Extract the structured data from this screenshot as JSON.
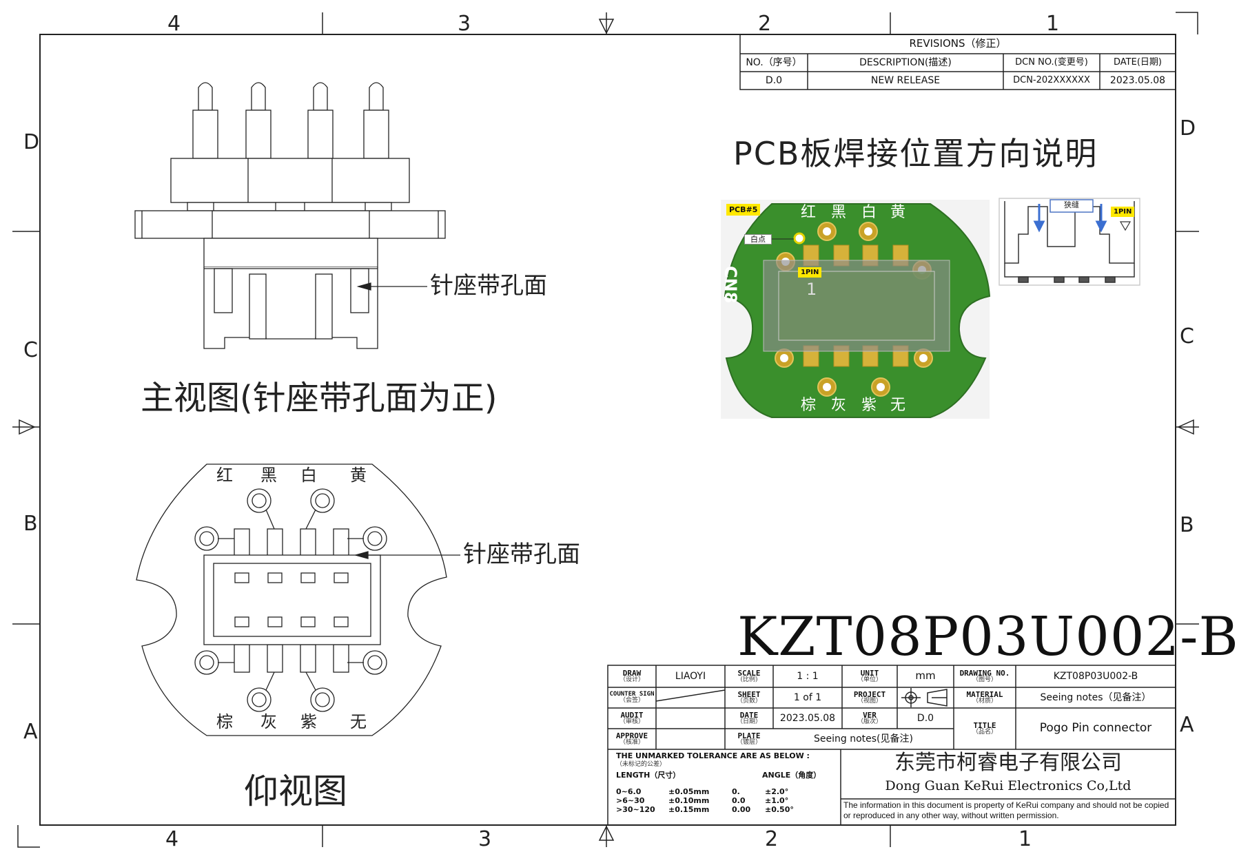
{
  "zones": {
    "top": [
      "4",
      "3",
      "2",
      "1"
    ],
    "bottom": [
      "4",
      "3",
      "2",
      "1"
    ],
    "left": [
      "D",
      "C",
      "B",
      "A"
    ],
    "right": [
      "D",
      "C",
      "B",
      "A"
    ]
  },
  "revisions": {
    "title": "REVISIONS（修正）",
    "headers": [
      "NO.（序号）",
      "DESCRIPTION(描述)",
      "DCN NO.(变更号)",
      "DATE(日期)"
    ],
    "row": [
      "D.0",
      "NEW RELEASE",
      "DCN-202XXXXXX",
      "2023.05.08"
    ]
  },
  "main_view": {
    "callout": "针座带孔面",
    "caption": "主视图(针座带孔面为正)"
  },
  "bottom_view": {
    "top_colors": [
      "红",
      "黑",
      "白",
      "黄"
    ],
    "bottom_colors": [
      "棕",
      "灰",
      "紫",
      "无"
    ],
    "callout": "针座带孔面",
    "caption": "仰视图"
  },
  "pcb_section": {
    "heading": "PCB板焊接位置方向说明",
    "pcb_tag": "PCB#5",
    "white_dot_label": "白点",
    "cn_label": "CN8",
    "pin_tag": "1PIN",
    "pin_number": "1",
    "top_colors": [
      "红",
      "黑",
      "白",
      "黄"
    ],
    "bottom_colors": [
      "棕",
      "灰",
      "紫",
      "无"
    ],
    "side_label": "狭缝",
    "side_pin_tag": "1PIN"
  },
  "part_number": "KZT08P03U002-B",
  "title_block": {
    "draw_label": "DRAW",
    "draw_sub": "（设计）",
    "draw_value": "LIAOYI",
    "counter_label": "COUNTER SIGN",
    "counter_sub": "（会签）",
    "audit_label": "AUDIT",
    "audit_sub": "（审核）",
    "approve_label": "APPROVE",
    "approve_sub": "（核准）",
    "scale_label": "SCALE",
    "scale_sub": "(比例)",
    "scale_value": "1 : 1",
    "sheet_label": "SHEET",
    "sheet_sub": "（页数）",
    "sheet_value": "1 of 1",
    "date_label": "DATE",
    "date_sub": "（日期）",
    "date_value": "2023.05.08",
    "plate_label": "PLATE",
    "plate_sub": "（镀层）",
    "plate_value": "Seeing notes(见备注)",
    "unit_label": "UNIT",
    "unit_sub": "（单位）",
    "unit_value": "mm",
    "project_label": "PROJECT",
    "project_sub": "（视图）",
    "ver_label": "VER",
    "ver_sub": "（版次）",
    "ver_value": "D.0",
    "drawing_no_label": "DRAWING NO.",
    "drawing_no_sub": "（图号）",
    "drawing_no_value": "KZT08P03U002-B",
    "material_label": "MATERIAL",
    "material_sub": "（材质）",
    "material_value": "Seeing notes（见备注）",
    "title_label": "TITLE",
    "title_sub": "（品名）",
    "title_value": "Pogo Pin connector",
    "tolerance_header": "THE UNMARKED TOLERANCE ARE AS BELOW :",
    "tolerance_sub": "（未标记的公差）",
    "length_label": "LENGTH（尺寸）",
    "angle_label": "ANGLE（角度）",
    "length_rows": [
      [
        "0~6.0",
        "±0.05mm"
      ],
      [
        ">6~30",
        "±0.10mm"
      ],
      [
        ">30~120",
        "±0.15mm"
      ]
    ],
    "angle_rows": [
      [
        "0.",
        "±2.0°"
      ],
      [
        "0.0",
        "±1.0°"
      ],
      [
        "0.00",
        "±0.50°"
      ]
    ],
    "company_cn": "东莞市柯睿电子有限公司",
    "company_en": "Dong Guan KeRui Electronics Co,Ltd",
    "notice": "The information in this document is property of KeRui company and should not be copied or reproduced in any other way, without written permission."
  }
}
